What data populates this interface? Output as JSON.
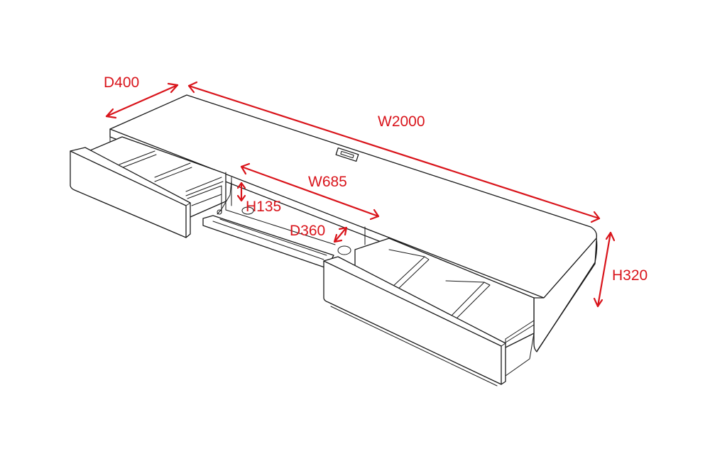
{
  "dimensions": {
    "depth": "D400",
    "width": "W2000",
    "inner_width": "W685",
    "inner_height": "H135",
    "inner_depth": "D360",
    "height": "H320"
  },
  "colors": {
    "dimension": "#d9141b",
    "outline": "#1a1a1a",
    "background": "#ffffff"
  }
}
